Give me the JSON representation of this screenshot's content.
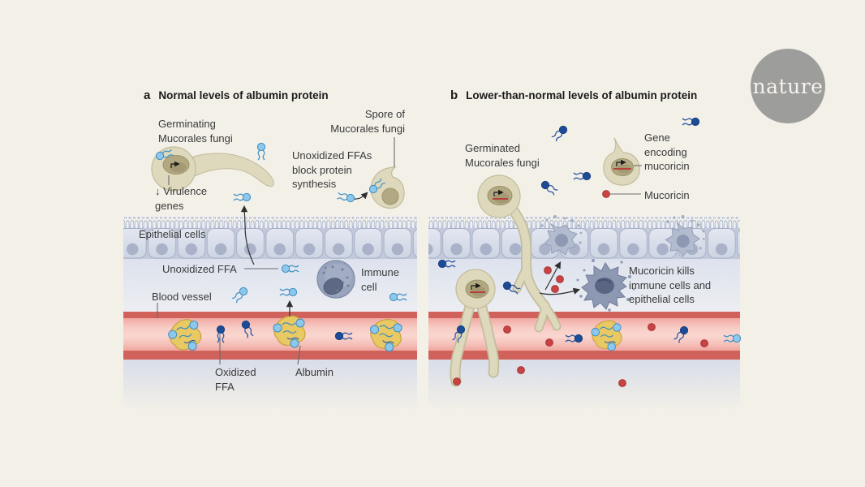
{
  "logo": {
    "text": "nature"
  },
  "panel_a": {
    "letter": "a",
    "title": "Normal levels of albumin protein",
    "labels": {
      "germinating": "Germinating\nMucorales fungi",
      "virulence": "↓ Virulence\ngenes",
      "spore_of": "Spore of\nMucorales fungi",
      "unoxidized_ffas_block": "Unoxidized FFAs\nblock protein\nsynthesis",
      "epithelial_cells": "Epithelial cells",
      "unoxidized_ffa": "Unoxidized FFA",
      "immune_cell": "Immune\ncell",
      "blood_vessel": "Blood vessel",
      "oxidized_ffa": "Oxidized\nFFA",
      "albumin": "Albumin"
    }
  },
  "panel_b": {
    "letter": "b",
    "title": "Lower-than-normal levels of albumin protein",
    "labels": {
      "germinated": "Germinated\nMucorales fungi",
      "gene_encoding": "Gene\nencoding\nmucoricin",
      "mucoricin": "Mucoricin",
      "mucoricin_kills": "Mucoricin kills\nimmune cells and\nepithelial cells"
    }
  },
  "legend": {
    "unoxidized_ffa_icon": "light-blue dot with wavy fatty-acid tails",
    "oxidized_ffa_icon": "dark-blue dot with wavy fatty-acid tails",
    "mucoricin_icon": "small red dot",
    "albumin_icon": "yellow blob carrying light-blue FFA dots",
    "fungus_icon": "tan Mucorales spore with olive nucleus and hyphae",
    "immune_cell_icon": "grey-blue round cell with dark nucleus"
  },
  "colors": {
    "background": "#f3f0e8",
    "vessel_wall": "#d0625b",
    "vessel_lumen": "#f9d6cf",
    "fungus_body": "#ded9bd",
    "fungus_nucleus": "#b2a982",
    "ffa_light_blue": "#8cc8ec",
    "ffa_dark_blue": "#1c4c97",
    "mucoricin_red": "#c84343",
    "albumin_yellow": "#e8c964",
    "epithelium": "#ccd3e2",
    "immune_cell": "#98a3bd",
    "logo_grey": "#9d9d9c",
    "gene_line_red": "#b5423a"
  }
}
